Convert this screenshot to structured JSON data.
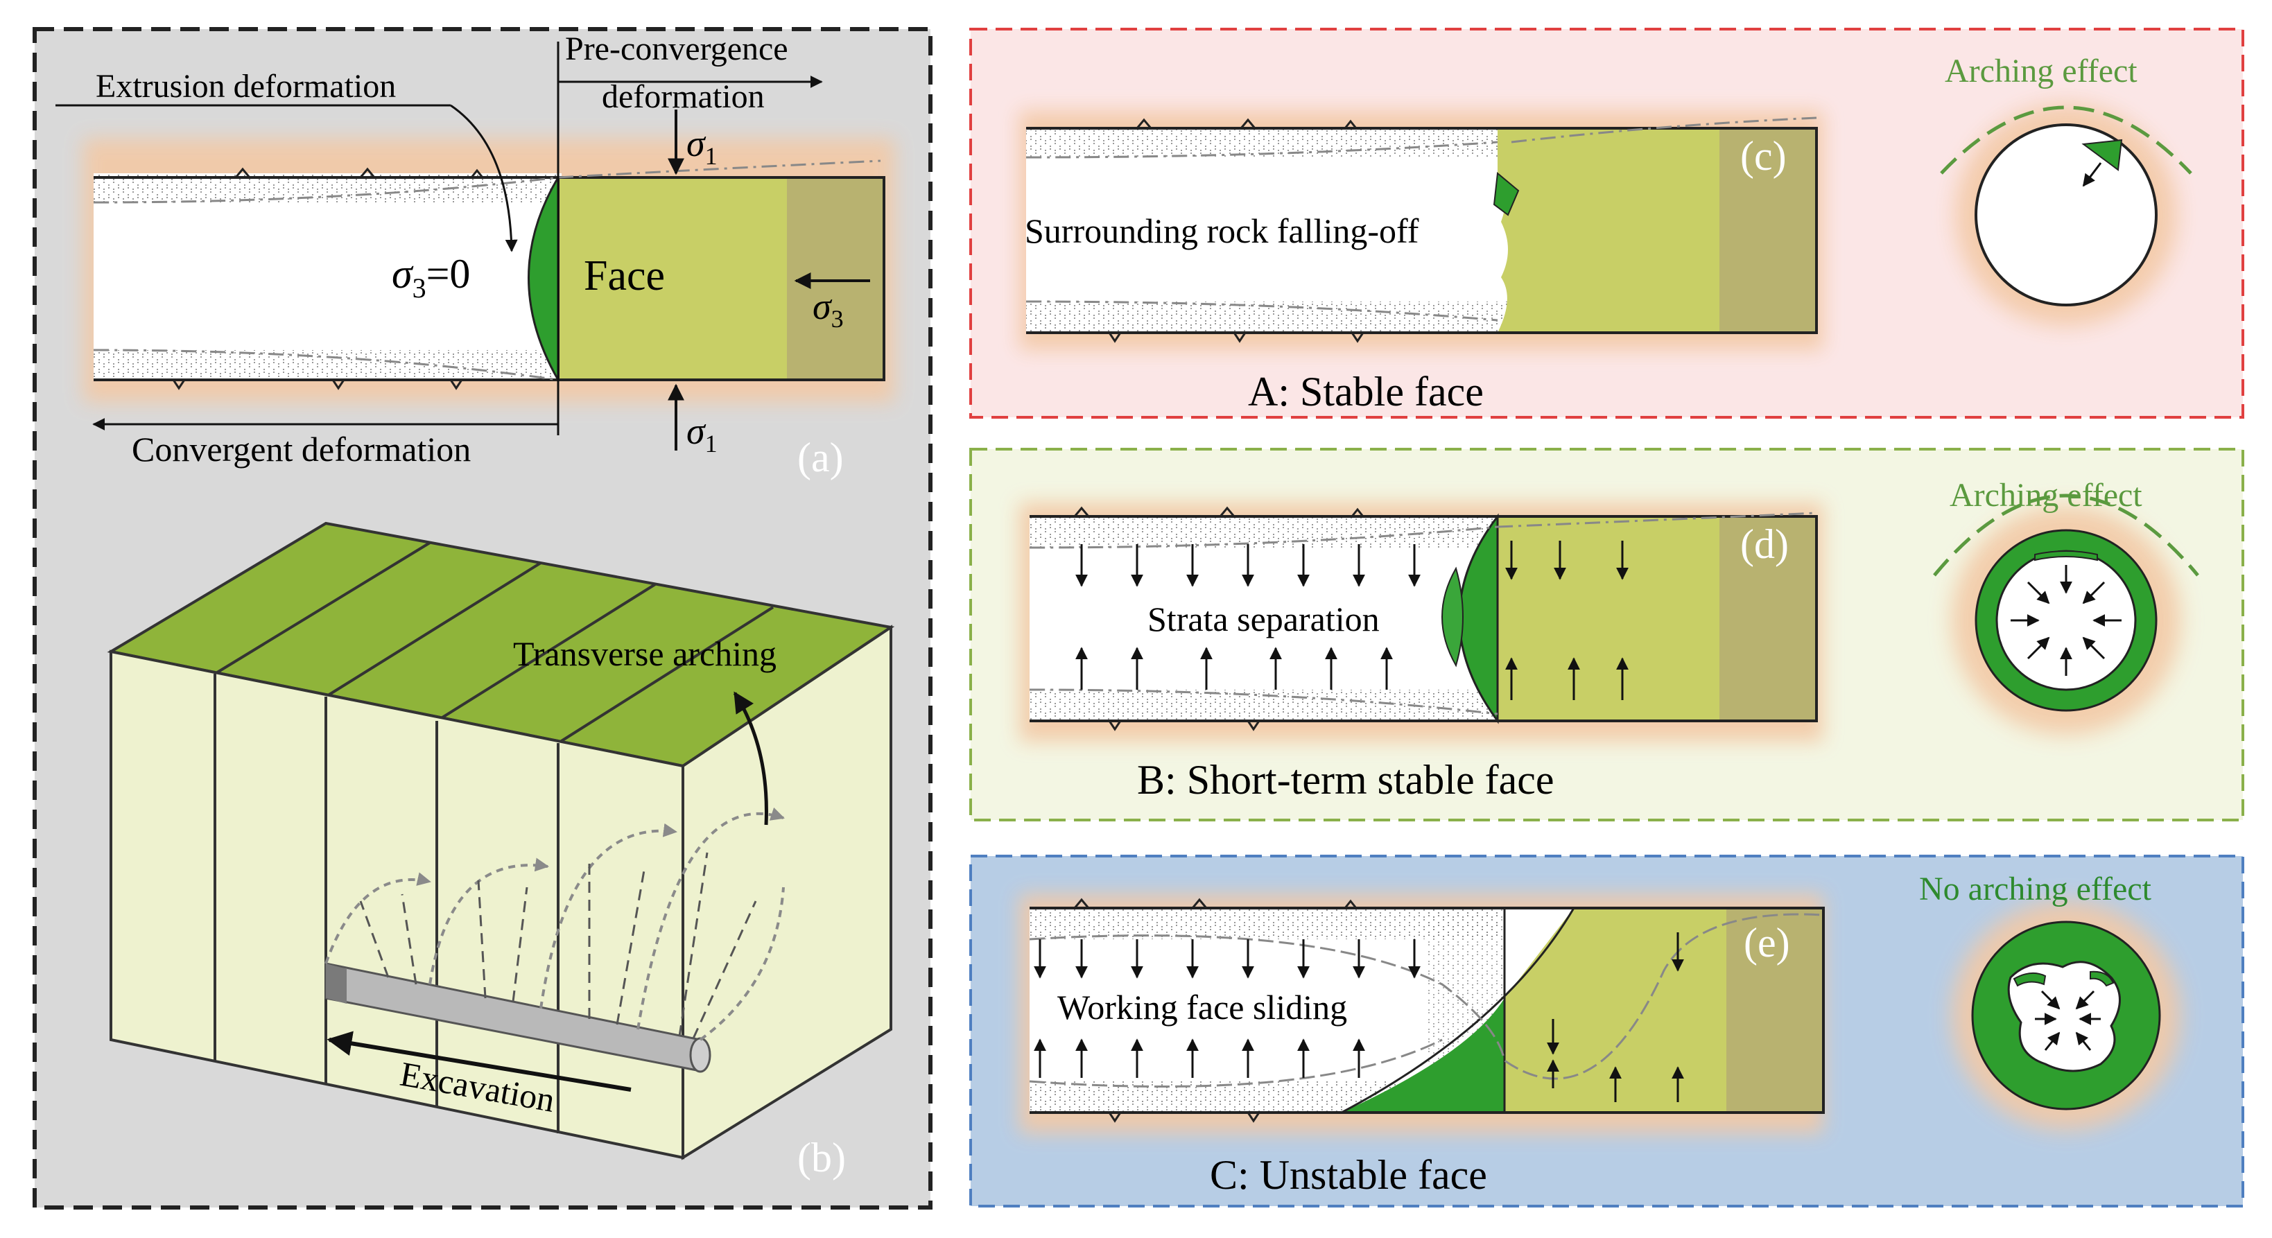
{
  "panel_a": {
    "label": "(a)",
    "extrusion": "Extrusion deformation",
    "preconv_line1": "Pre-convergence",
    "preconv_line2": "deformation",
    "sigma1": "σ",
    "sigma1_sub": "1",
    "sigma3_eq": "σ",
    "sigma3_eq_sub": "3",
    "sigma3_eq_rest": "=0",
    "face": "Face",
    "sigma3": "σ",
    "sigma3_sub": "3",
    "convergent": "Convergent deformation"
  },
  "panel_b": {
    "label": "(b)",
    "transverse": "Transverse arching",
    "excavation": "Excavation"
  },
  "panel_c": {
    "label": "(c)",
    "arching": "Arching effect",
    "falling": "Surrounding rock falling-off",
    "caption": "A: Stable face"
  },
  "panel_d": {
    "label": "(d)",
    "arching": "Arching effect",
    "separation": "Strata separation",
    "caption": "B: Short-term stable face"
  },
  "panel_e": {
    "label": "(e)",
    "arching": "No arching effect",
    "sliding": "Working face sliding",
    "caption": "C: Unstable face"
  },
  "colors": {
    "left_bg": "#d9d9d9",
    "stable_bg": "#fbe6e6",
    "short_bg": "#f3f6e3",
    "unstable_bg": "#b7cde5",
    "face_green": "#c8cf66",
    "dark_face": "#b8b270",
    "deep_green": "#2e9e2e",
    "arch_green": "#5b9a3f",
    "glow": "#f3c9a6"
  }
}
